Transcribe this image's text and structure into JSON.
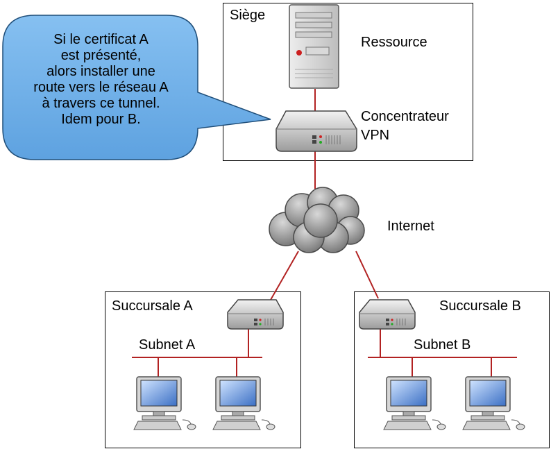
{
  "headquarters": {
    "label": "Siège",
    "resource_label": "Ressource",
    "concentrator_label": [
      "Concentrateur",
      "VPN"
    ]
  },
  "internet": {
    "label": "Internet"
  },
  "branch_a": {
    "label": "Succursale A",
    "subnet_label": "Subnet A"
  },
  "branch_b": {
    "label": "Succursale B",
    "subnet_label": "Subnet B"
  },
  "callout": {
    "lines": [
      "Si le certificat A",
      "est présenté,",
      "alors installer une",
      "route vers le réseau A",
      "à travers ce tunnel.",
      "Idem pour B."
    ]
  },
  "colors": {
    "link": "#b22222",
    "callout_fill": "#6fb0e8",
    "callout_border": "#1f4e79",
    "device": "#9a9a9a",
    "cloud": "#8c8c8c"
  },
  "icons": [
    "server-icon",
    "vpn-concentrator-icon",
    "router-icon",
    "cloud-icon",
    "workstation-icon"
  ]
}
